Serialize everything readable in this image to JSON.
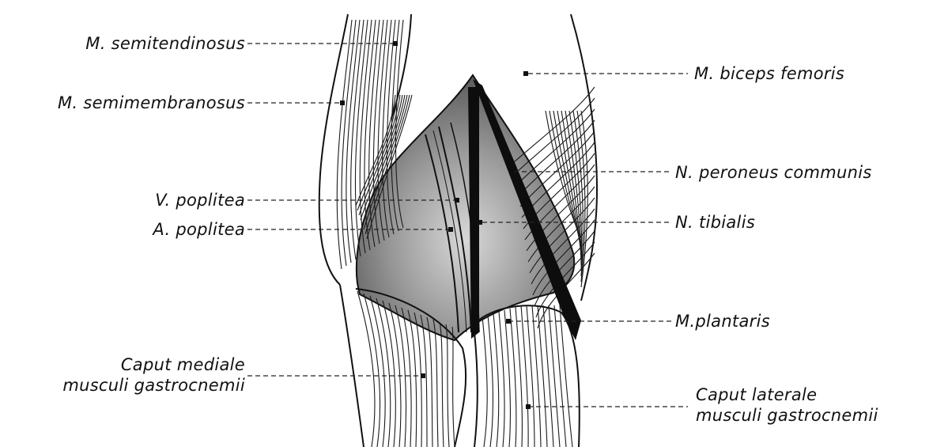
{
  "labels": {
    "semitendinosus": "M. semitendinosus",
    "semimembranosus": "M. semimembranosus",
    "biceps_femoris": "M. biceps femoris",
    "peroneus_communis": "N. peroneus communis",
    "v_poplitea": "V. poplitea",
    "a_poplitea": "A. poplitea",
    "tibialis": "N. tibialis",
    "plantaris": "M.plantaris",
    "caput_mediale_line1": "Caput mediale",
    "caput_mediale_line2": "musculi gastrocnemii",
    "caput_laterale_line1": "Caput laterale",
    "caput_laterale_line2": "musculi gastrocnemii"
  },
  "colors": {
    "fossa_light": "#bdbdbd",
    "fossa_dark": "#6e6e6e",
    "nerve": "#0d0d0d",
    "line": "#111111"
  }
}
